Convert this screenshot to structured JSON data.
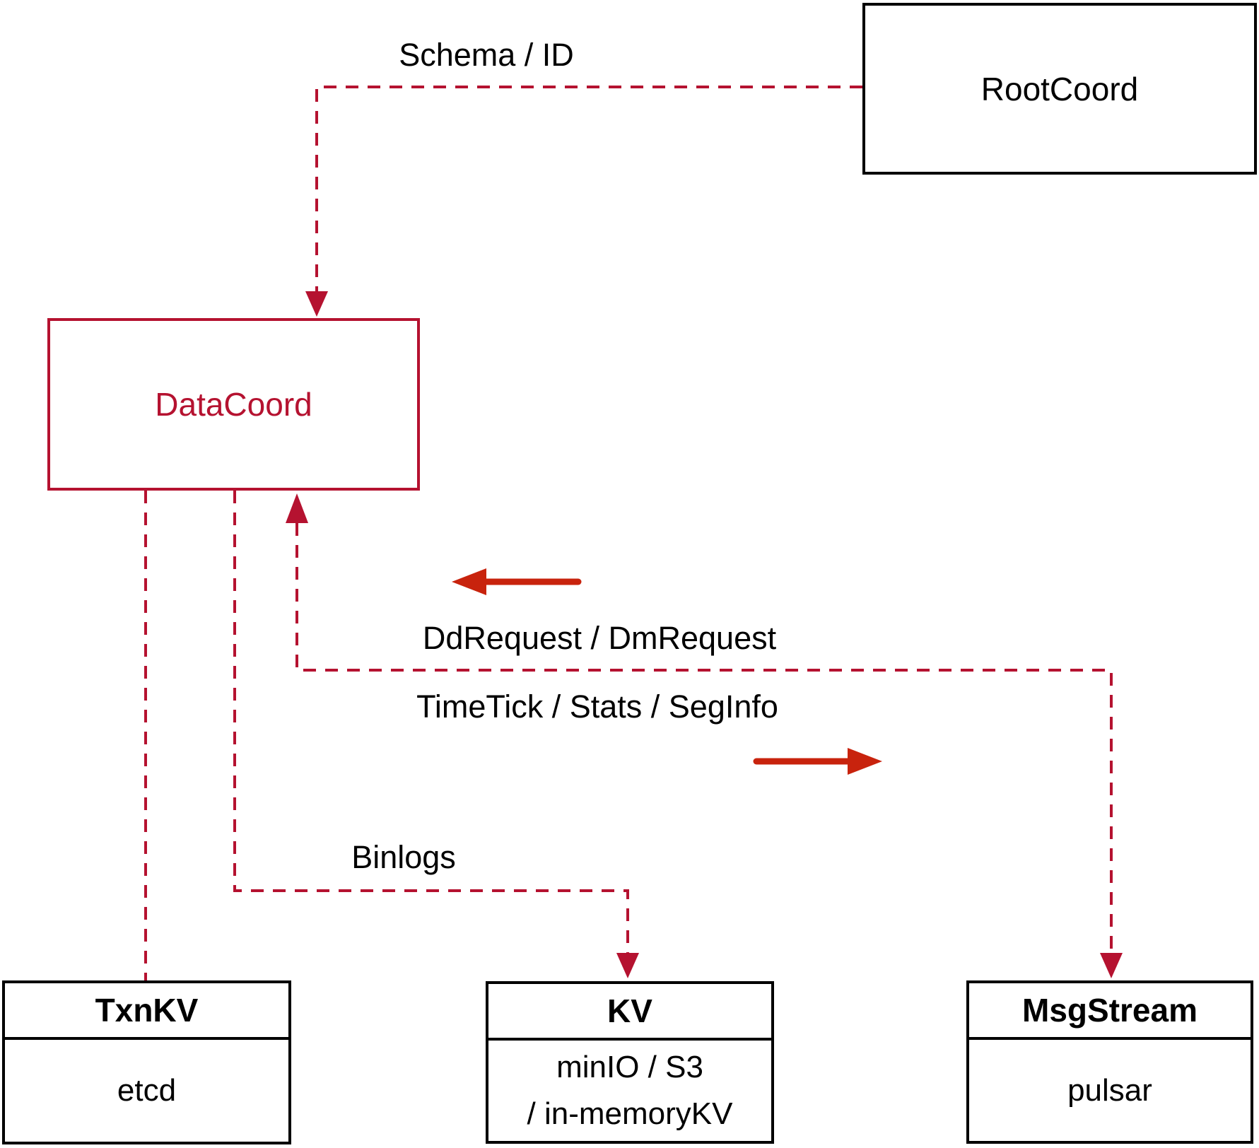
{
  "colors": {
    "crimson": "#b51230",
    "arrowred": "#c8230d",
    "ink": "#000000"
  },
  "nodes": {
    "rootcoord": {
      "label": "RootCoord"
    },
    "datacoord": {
      "label": "DataCoord"
    },
    "txnkv": {
      "title": "TxnKV",
      "body": "etcd"
    },
    "kv": {
      "title": "KV",
      "body_line1": "minIO / S3",
      "body_line2": "/ in-memoryKV"
    },
    "msgstream": {
      "title": "MsgStream",
      "body": "pulsar"
    }
  },
  "edge_labels": {
    "schema_id": "Schema / ID",
    "dd_request": "DdRequest / DmRequest",
    "time_tick": "TimeTick / Stats / SegInfo",
    "binlogs": "Binlogs"
  }
}
